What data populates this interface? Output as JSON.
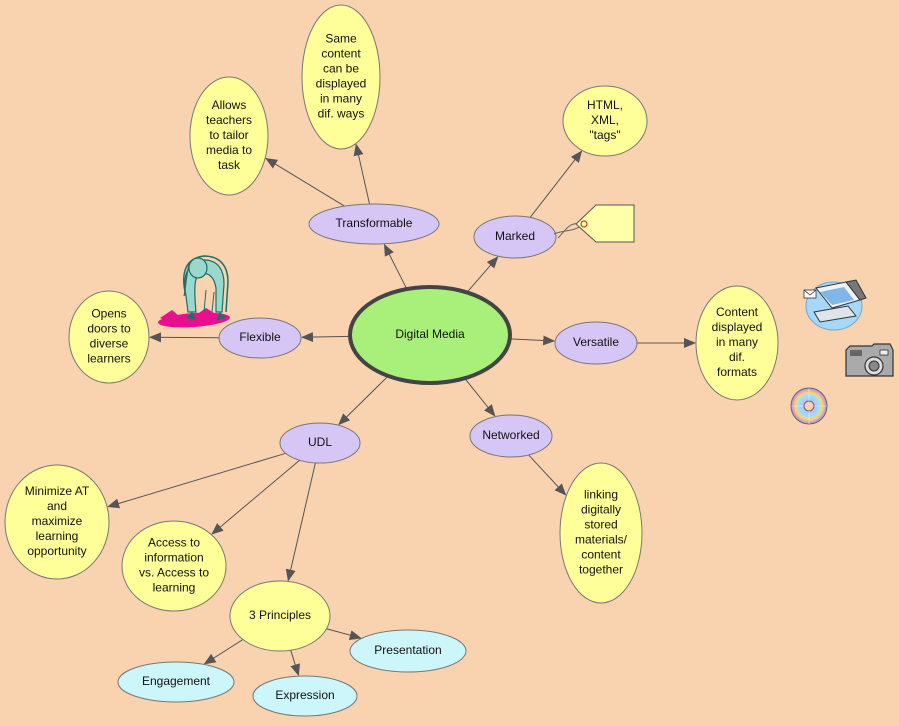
{
  "colors": {
    "background": "#f9d3b0",
    "central": "#a9f07a",
    "secondary": "#d6c6f5",
    "leaf_yellow": "#ffff99",
    "leaf_cyan": "#ccf6fa",
    "edge": "#555555"
  },
  "diagram": {
    "nodes": [
      {
        "id": "digital-media",
        "kind": "central",
        "lines": [
          "Digital Media"
        ]
      },
      {
        "id": "transformable",
        "kind": "secondary",
        "lines": [
          "Transformable"
        ]
      },
      {
        "id": "marked",
        "kind": "secondary",
        "lines": [
          "Marked"
        ]
      },
      {
        "id": "flexible",
        "kind": "secondary",
        "lines": [
          "Flexible"
        ]
      },
      {
        "id": "versatile",
        "kind": "secondary",
        "lines": [
          "Versatile"
        ]
      },
      {
        "id": "udl",
        "kind": "secondary",
        "lines": [
          "UDL"
        ]
      },
      {
        "id": "networked",
        "kind": "secondary",
        "lines": [
          "Networked"
        ]
      },
      {
        "id": "same-content",
        "kind": "leaf",
        "lines": [
          "Same",
          "content",
          "can be",
          "displayed",
          "in many",
          "dif. ways"
        ]
      },
      {
        "id": "allows-teachers",
        "kind": "leaf",
        "lines": [
          "Allows",
          "teachers",
          "to tailor",
          "media to",
          "task"
        ]
      },
      {
        "id": "html-xml",
        "kind": "leaf",
        "lines": [
          "HTML,",
          "XML,",
          "\"tags\""
        ]
      },
      {
        "id": "opens-doors",
        "kind": "leaf",
        "lines": [
          "Opens",
          "doors to",
          "diverse",
          "learners"
        ]
      },
      {
        "id": "content-displayed",
        "kind": "leaf",
        "lines": [
          "Content",
          "displayed",
          "in many",
          "dif.",
          "formats"
        ]
      },
      {
        "id": "minimize-at",
        "kind": "leaf",
        "lines": [
          "Minimize AT",
          "and",
          "maximize",
          "learning",
          "opportunity"
        ]
      },
      {
        "id": "access-info",
        "kind": "leaf",
        "lines": [
          "Access to",
          "information",
          "vs. Access to",
          "learning"
        ]
      },
      {
        "id": "linking",
        "kind": "leaf",
        "lines": [
          "linking",
          "digitally",
          "stored",
          "materials/",
          "content",
          "together"
        ]
      },
      {
        "id": "three-principles",
        "kind": "leaf",
        "lines": [
          "3 Principles"
        ]
      },
      {
        "id": "engagement",
        "kind": "tertiary",
        "lines": [
          "Engagement"
        ]
      },
      {
        "id": "expression",
        "kind": "tertiary",
        "lines": [
          "Expression"
        ]
      },
      {
        "id": "presentation",
        "kind": "tertiary",
        "lines": [
          "Presentation"
        ]
      }
    ],
    "edges": [
      {
        "from": "digital-media",
        "to": "transformable"
      },
      {
        "from": "transformable",
        "to": "same-content"
      },
      {
        "from": "transformable",
        "to": "allows-teachers"
      },
      {
        "from": "digital-media",
        "to": "marked"
      },
      {
        "from": "marked",
        "to": "html-xml"
      },
      {
        "from": "digital-media",
        "to": "flexible"
      },
      {
        "from": "flexible",
        "to": "opens-doors"
      },
      {
        "from": "digital-media",
        "to": "versatile"
      },
      {
        "from": "versatile",
        "to": "content-displayed"
      },
      {
        "from": "digital-media",
        "to": "udl"
      },
      {
        "from": "udl",
        "to": "minimize-at"
      },
      {
        "from": "udl",
        "to": "access-info"
      },
      {
        "from": "udl",
        "to": "three-principles"
      },
      {
        "from": "digital-media",
        "to": "networked"
      },
      {
        "from": "networked",
        "to": "linking"
      },
      {
        "from": "three-principles",
        "to": "engagement"
      },
      {
        "from": "three-principles",
        "to": "expression"
      },
      {
        "from": "three-principles",
        "to": "presentation"
      }
    ],
    "clipart": [
      {
        "id": "stretching-figure",
        "icon": "stretching-person-icon"
      },
      {
        "id": "price-tag",
        "icon": "tag-icon"
      },
      {
        "id": "computer",
        "icon": "computer-icon"
      },
      {
        "id": "camera",
        "icon": "camera-icon"
      },
      {
        "id": "cd-disc",
        "icon": "cd-icon"
      }
    ]
  }
}
